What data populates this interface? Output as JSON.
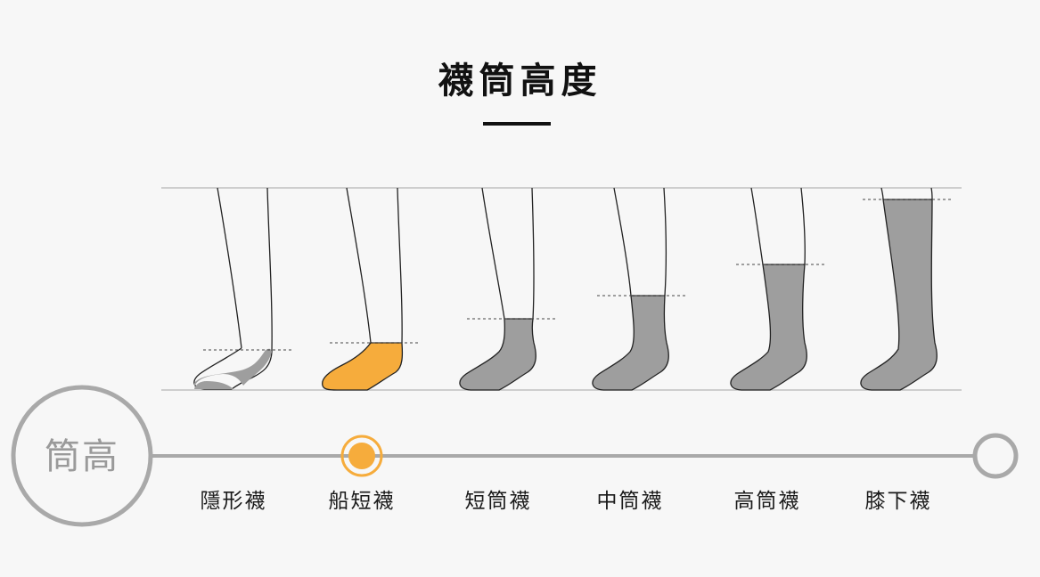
{
  "title": "襪筒高度",
  "axis_badge": "筒高",
  "colors": {
    "sock_gray": "#9e9e9e",
    "highlight": "#f6ac3c",
    "line_gray": "#a9a9a9",
    "badge_gray": "#9a9a9a",
    "text": "#1a1a1a"
  },
  "selected_index": 1,
  "types": [
    {
      "label": "隱形襪"
    },
    {
      "label": "船短襪"
    },
    {
      "label": "短筒襪"
    },
    {
      "label": "中筒襪"
    },
    {
      "label": "高筒襪"
    },
    {
      "label": "膝下襪"
    }
  ]
}
